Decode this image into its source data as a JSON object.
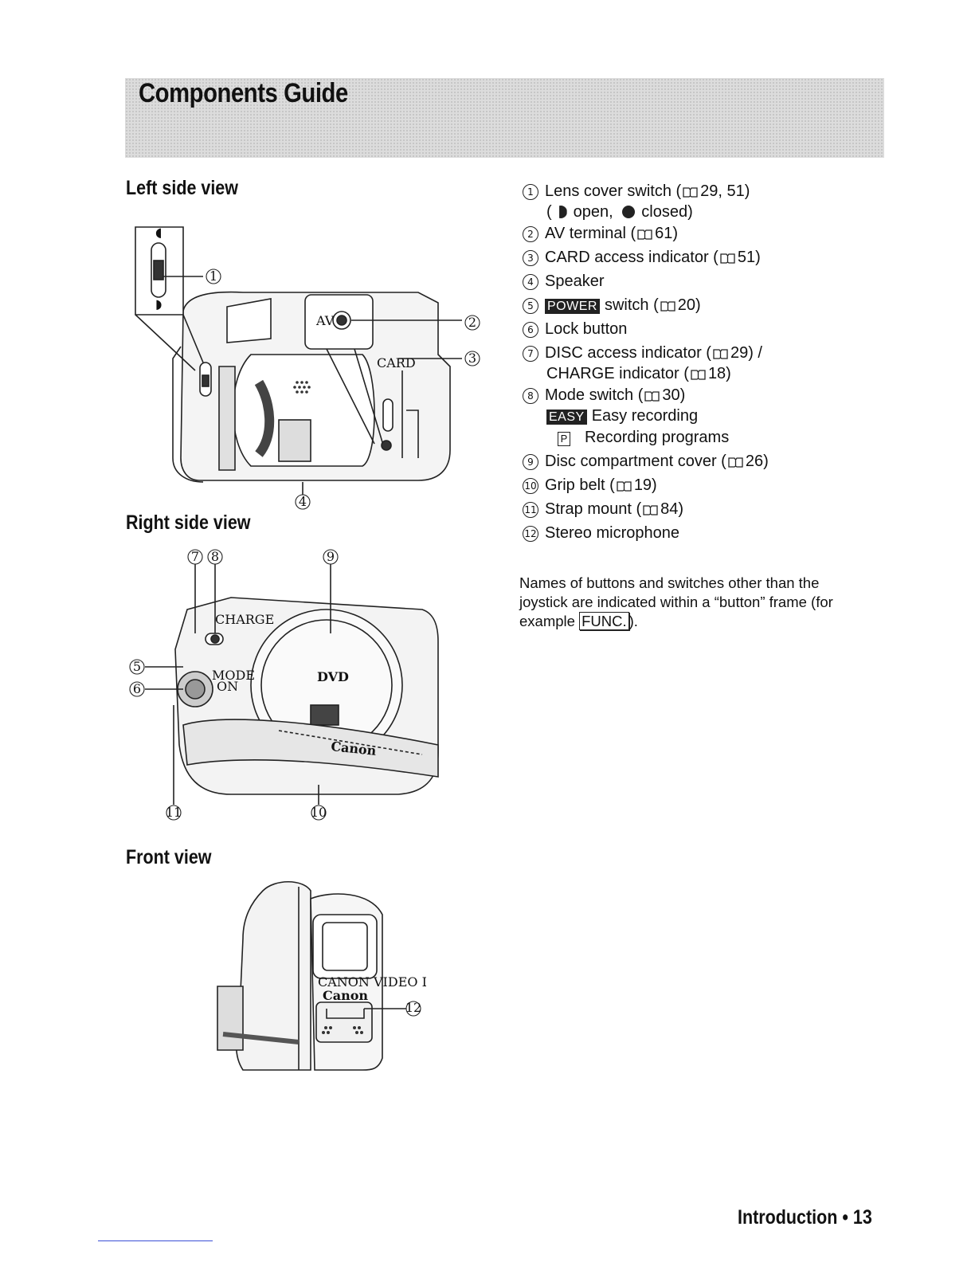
{
  "title": "Components Guide",
  "sections": {
    "left": "Left side view",
    "right": "Right side view",
    "front": "Front view"
  },
  "callouts": {
    "c1": "1",
    "c2": "2",
    "c3": "3",
    "c4": "4",
    "c5": "5",
    "c6": "6",
    "c7": "7",
    "c8": "8",
    "c9": "9",
    "c10": "10",
    "c11": "11",
    "c12": "12"
  },
  "figure_labels": {
    "av": "AV",
    "card": "CARD",
    "brand": "Canon",
    "dvd": "DVD",
    "mode": "MODE",
    "on": "ON",
    "charge": "CHARGE",
    "lens_ring": "CANON VIDEO LENS"
  },
  "items": [
    {
      "num": "1",
      "text": "Lens cover switch (",
      "ref": "29, 51)"
    },
    {
      "num": "2",
      "text": "AV terminal (",
      "ref": "61)"
    },
    {
      "num": "3",
      "text": "CARD access indicator (",
      "ref": "51)"
    },
    {
      "num": "4",
      "text": "Speaker",
      "ref": ""
    },
    {
      "num": "5",
      "badge": "POWER",
      "text": "switch (",
      "ref": "20)"
    },
    {
      "num": "6",
      "text": "Lock button",
      "ref": ""
    },
    {
      "num": "7",
      "text": "DISC access indicator (",
      "ref": "29) /"
    },
    {
      "num": "8",
      "text": "Mode switch (",
      "ref": "30)"
    },
    {
      "num": "9",
      "text": "Disc compartment cover (",
      "ref": "26)"
    },
    {
      "num": "10",
      "text": "Grip belt (",
      "ref": "19)"
    },
    {
      "num": "11",
      "text": "Strap mount (",
      "ref": "84)"
    },
    {
      "num": "12",
      "text": "Stereo microphone",
      "ref": ""
    }
  ],
  "item1_sub": {
    "open": "open,",
    "closed": "closed)"
  },
  "item7_sub": {
    "text": "CHARGE indicator (",
    "ref": "18)"
  },
  "item8_sub": {
    "easy_badge": "EASY",
    "easy": "Easy recording",
    "p_badge": "P",
    "programs": "Recording programs"
  },
  "note": {
    "text": "Names of buttons and switches other than the joystick are indicated within a “button” frame (for example ",
    "example": "FUNC.",
    "end": ")."
  },
  "footer": "Introduction • 13"
}
